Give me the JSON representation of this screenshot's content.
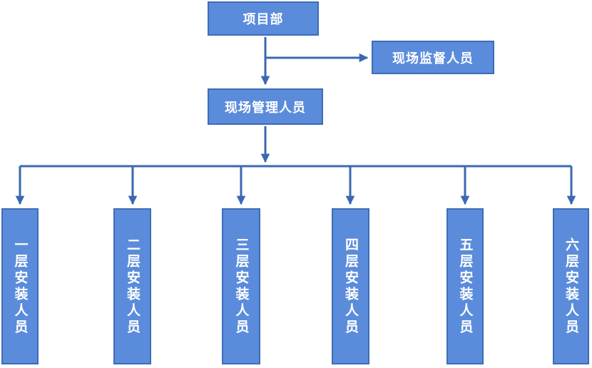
{
  "diagram": {
    "type": "org-chart",
    "background": "#FFFFFF",
    "colors": {
      "node_fill": "#5B8CDB",
      "node_border": "#3E6BB5",
      "connector": "#3A68B2",
      "label_text": "#FFFFFF"
    },
    "nodes": {
      "root": {
        "label": "项目部"
      },
      "supervision": {
        "label": "现场监督人员"
      },
      "management": {
        "label": "现场管理人员"
      },
      "floor_teams": [
        {
          "label": "一层安装人员"
        },
        {
          "label": "二层安装人员"
        },
        {
          "label": "三层安装人员"
        },
        {
          "label": "四层安装人员"
        },
        {
          "label": "五层安装人员"
        },
        {
          "label": "六层安装人员"
        }
      ]
    },
    "edges": [
      {
        "from": "root",
        "to": "management",
        "arrow": "down"
      },
      {
        "from": "root",
        "to": "supervision",
        "arrow": "right"
      },
      {
        "from": "management",
        "to": "bus",
        "arrow": "down"
      },
      {
        "from": "bus",
        "to": "floor_teams",
        "arrow": "down"
      }
    ]
  }
}
